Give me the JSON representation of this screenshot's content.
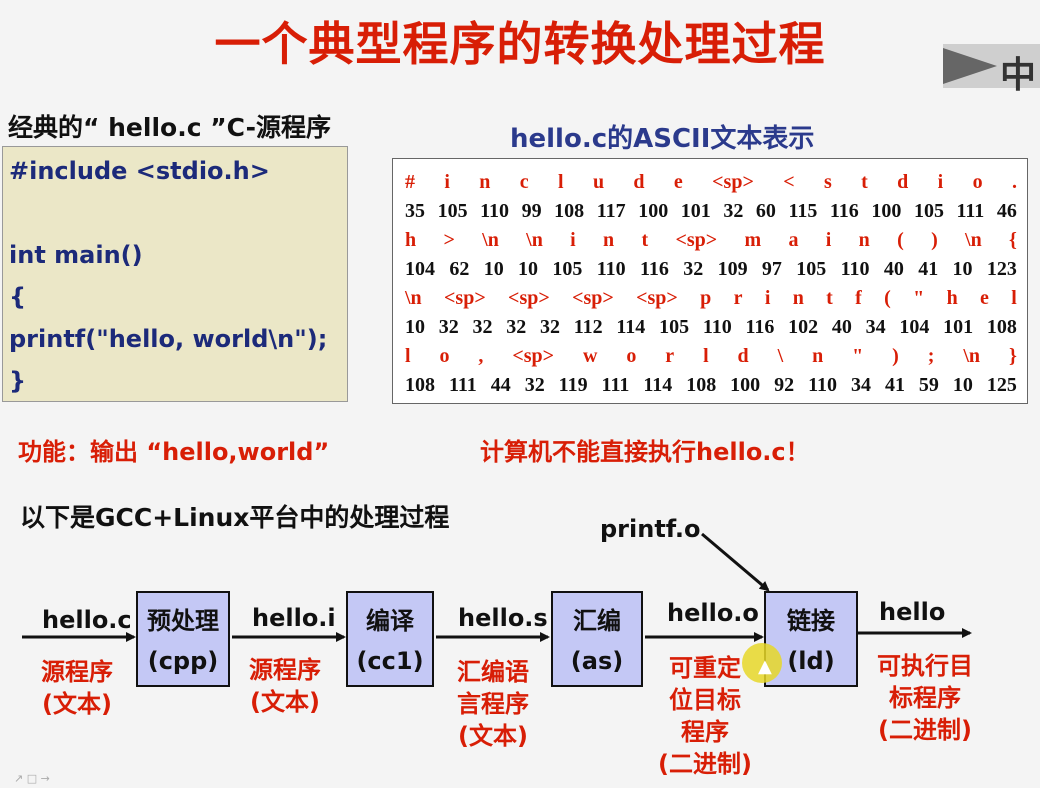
{
  "title": "一个典型程序的转换处理过程",
  "lang_badge": "中",
  "source": {
    "heading": "经典的“ hello.c ”C-源程序",
    "code_lines": [
      "#include <stdio.h>",
      "",
      "int main()",
      "{",
      "printf(\"hello, world\\n\");",
      "}"
    ]
  },
  "ascii": {
    "heading": "hello.c的ASCII文本表示",
    "rows": [
      {
        "kind": "char",
        "cells": [
          "#",
          "i",
          "n",
          "c",
          "l",
          "u",
          "d",
          "e",
          "<sp>",
          "<",
          "s",
          "t",
          "d",
          "i",
          "o",
          "."
        ]
      },
      {
        "kind": "code",
        "cells": [
          "35",
          "105",
          "110",
          "99",
          "108",
          "117",
          "100",
          "101",
          "32",
          "60",
          "115",
          "116",
          "100",
          "105",
          "111",
          "46"
        ]
      },
      {
        "kind": "char",
        "cells": [
          "h",
          ">",
          "\\n",
          "\\n",
          "i",
          "n",
          "t",
          "<sp>",
          "m",
          "a",
          "i",
          "n",
          "(",
          ")",
          "\\n",
          "{"
        ]
      },
      {
        "kind": "code",
        "cells": [
          "104",
          "62",
          "10",
          "10",
          "105",
          "110",
          "116",
          "32",
          "109",
          "97",
          "105",
          "110",
          "40",
          "41",
          "10",
          "123"
        ]
      },
      {
        "kind": "char",
        "cells": [
          "\\n",
          "<sp>",
          "<sp>",
          "<sp>",
          "<sp>",
          "p",
          "r",
          "i",
          "n",
          "t",
          "f",
          "(",
          "\"",
          "h",
          "e",
          "l"
        ]
      },
      {
        "kind": "code",
        "cells": [
          "10",
          "32",
          "32",
          "32",
          "32",
          "112",
          "114",
          "105",
          "110",
          "116",
          "102",
          "40",
          "34",
          "104",
          "101",
          "108"
        ]
      },
      {
        "kind": "char",
        "cells": [
          "l",
          "o",
          ",",
          "<sp>",
          "w",
          "o",
          "r",
          "l",
          "d",
          "\\",
          "n",
          "\"",
          ")",
          ";",
          "\\n",
          "}"
        ]
      },
      {
        "kind": "code",
        "cells": [
          "108",
          "111",
          "44",
          "32",
          "119",
          "111",
          "114",
          "108",
          "100",
          "92",
          "110",
          "34",
          "41",
          "59",
          "10",
          "125"
        ]
      }
    ]
  },
  "function_note": "功能：输出 “hello,world”",
  "cannot_note": "计算机不能直接执行hello.c！",
  "pipeline_heading": "以下是GCC+Linux平台中的处理过程",
  "pipeline": {
    "extra_input": "printf.o",
    "stages": [
      {
        "name": "预处理",
        "tool": "(cpp)"
      },
      {
        "name": "编译",
        "tool": "(cc1)"
      },
      {
        "name": "汇编",
        "tool": "(as)"
      },
      {
        "name": "链接",
        "tool": "(ld)"
      }
    ],
    "files": [
      {
        "name": "hello.c",
        "desc": "源程序\n(文本)"
      },
      {
        "name": "hello.i",
        "desc": "源程序\n(文本)"
      },
      {
        "name": "hello.s",
        "desc": "汇编语\n言程序\n(文本)"
      },
      {
        "name": "hello.o",
        "desc": "可重定\n位目标\n程序\n(二进制)"
      },
      {
        "name": "hello",
        "desc": "可执行目\n标程序\n(二进制)"
      }
    ]
  },
  "colors": {
    "title": "#d81e06",
    "box_fill": "#c4c8f5",
    "code_bg": "#ebe7c7",
    "code_text": "#1c2a7a"
  }
}
